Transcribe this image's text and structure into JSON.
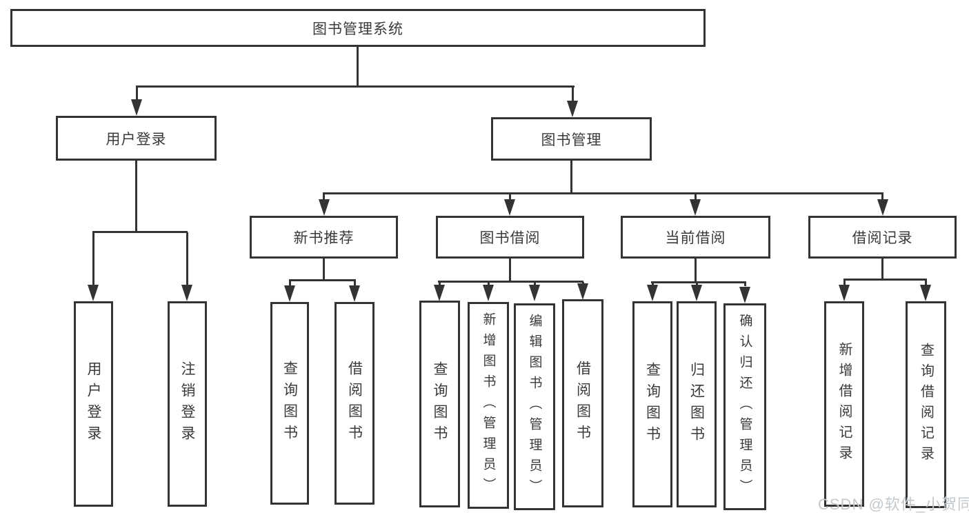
{
  "diagram": {
    "root": {
      "label": "图书管理系统"
    },
    "branches": [
      {
        "label": "用户登录",
        "children": [
          {
            "label": "用户登录"
          },
          {
            "label": "注销登录"
          }
        ]
      },
      {
        "label": "图书管理",
        "children": [
          {
            "label": "新书推荐",
            "children": [
              {
                "label": "查询图书"
              },
              {
                "label": "借阅图书"
              }
            ]
          },
          {
            "label": "图书借阅",
            "children": [
              {
                "label": "查询图书"
              },
              {
                "label": "新增图书（管理员）"
              },
              {
                "label": "编辑图书（管理员）"
              },
              {
                "label": "借阅图书"
              }
            ]
          },
          {
            "label": "当前借阅",
            "children": [
              {
                "label": "查询图书"
              },
              {
                "label": "归还图书"
              },
              {
                "label": "确认归还（管理员）"
              }
            ]
          },
          {
            "label": "借阅记录",
            "children": [
              {
                "label": "新增借阅记录"
              },
              {
                "label": "查询借阅记录"
              }
            ]
          }
        ]
      }
    ]
  },
  "watermark": {
    "text": "CSDN @软件_小贺同学"
  },
  "colors": {
    "line": "#333333",
    "text": "#3a3a3a",
    "background": "#ffffff",
    "watermark": "#c3c8cd"
  }
}
